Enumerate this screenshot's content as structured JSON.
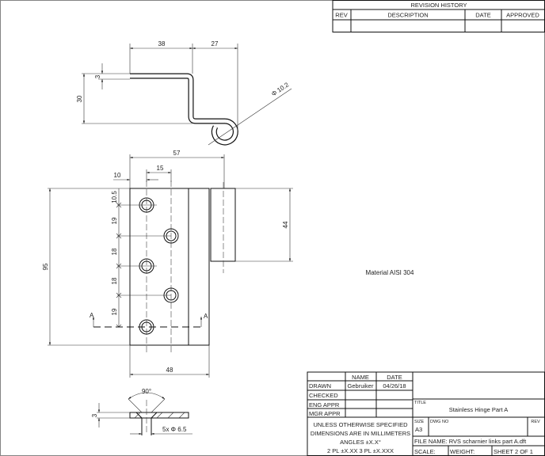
{
  "revision_history": {
    "title": "REVISION HISTORY",
    "columns": [
      "REV",
      "DESCRIPTION",
      "DATE",
      "APPROVED"
    ]
  },
  "title_block": {
    "header": {
      "name": "NAME",
      "date": "DATE"
    },
    "rows": [
      {
        "label": "DRAWN",
        "name": "Gebruiker",
        "date": "04/26/18"
      },
      {
        "label": "CHECKED",
        "name": "",
        "date": ""
      },
      {
        "label": "ENG APPR",
        "name": "",
        "date": ""
      },
      {
        "label": "MGR APPR",
        "name": "",
        "date": ""
      }
    ],
    "tolerance_note": [
      "UNLESS OTHERWISE SPECIFIED",
      "DIMENSIONS ARE IN MILLIMETERS",
      "ANGLES ±X.X°",
      "2 PL ±X.XX 3 PL ±X.XXX"
    ],
    "title_label": "TITLE",
    "title": "Stainless Hinge Part A",
    "size_label": "SIZE",
    "size": "A3",
    "dwg_no_label": "DWG NO",
    "rev_label": "REV",
    "file_name": "FILE NAME: RVS scharnier links part A.dft",
    "scale": "SCALE:",
    "weight": "WEIGHT:",
    "sheet": "SHEET 2 OF 1"
  },
  "material_note": "Material AISI 304",
  "dimensions": {
    "top_view": {
      "d38": "38",
      "d27": "27",
      "d30": "30",
      "d3": "3",
      "dia": "Φ 10.2"
    },
    "front_view": {
      "d57": "57",
      "d15": "15",
      "d10": "10",
      "d95": "95",
      "d44": "44",
      "d10_5": "10.5",
      "d19a": "19",
      "d18a": "18",
      "d18b": "18",
      "d19b": "19",
      "d48": "48",
      "section_a_left": "A",
      "section_a_right": "A"
    },
    "section_view": {
      "angle": "90°",
      "d3": "3",
      "holes": "5x Φ 6.5"
    }
  }
}
